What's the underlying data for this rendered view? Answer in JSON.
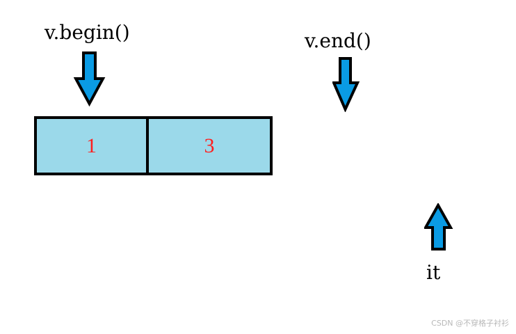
{
  "labels": {
    "begin": "v.begin()",
    "end": "v.end()",
    "iterator": "it"
  },
  "array": {
    "cells": [
      "1",
      "3"
    ]
  },
  "watermark": "CSDN @不穿格子衬衫",
  "colors": {
    "arrow_fill": "#0a9be4",
    "arrow_stroke": "#000000",
    "cell_fill": "#9bd9ea",
    "cell_text": "#ff1e1e",
    "border": "#000000"
  },
  "icons": {
    "begin_pointer": "down-arrow-icon",
    "end_pointer": "down-arrow-icon",
    "iterator_pointer": "up-arrow-icon"
  }
}
